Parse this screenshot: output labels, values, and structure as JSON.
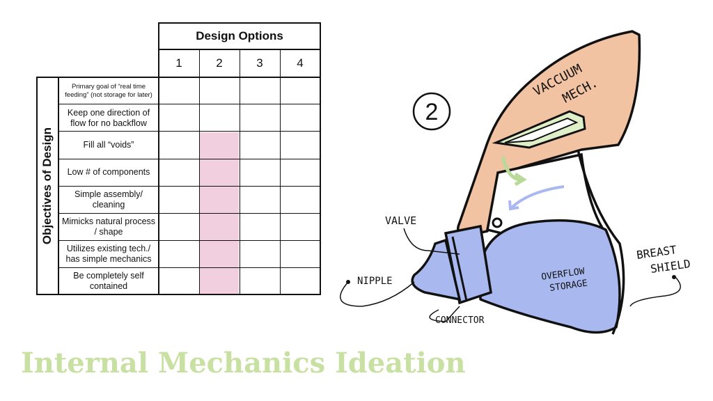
{
  "matrix": {
    "header": "Design Options",
    "option_numbers": [
      "1",
      "2",
      "3",
      "4"
    ],
    "side_label": "Objectives of Design",
    "objectives": [
      "Primary goal of “real time feeding” (not storage for later)",
      "Keep one direction of flow for no backflow",
      "Fill all “voids”",
      "Low # of components",
      "Simple assembly/ cleaning",
      "Mimicks natural process / shape",
      "Utilizes existing tech./ has simple mechanics",
      "Be completely self contained"
    ],
    "highlight_color": "#f2cfdf",
    "highlighted_option": "2",
    "highlighted_rows": [
      "Fill all “voids”",
      "Low # of components",
      "Simple assembly/ cleaning",
      "Mimicks natural process / shape",
      "Utilizes existing tech./ has simple mechanics",
      "Be completely self contained"
    ]
  },
  "sketch": {
    "number": "2",
    "labels": {
      "vacuum1": "VACCUUM",
      "vacuum2": "MECH.",
      "valve": "VALVE",
      "nipple": "NIPPLE",
      "connector": "CONNECTOR",
      "overflow1": "OVERFLOW",
      "overflow2": "STORAGE",
      "breast1": "BREAST",
      "breast2": "SHIELD"
    },
    "colors": {
      "vacuum": "#f2c3a2",
      "storage": "#a9b9ef",
      "flow_arrow": "#b8d99a",
      "outline": "#111111"
    }
  },
  "page_title": "Internal Mechanics Ideation",
  "title_color": "#c8e0a2"
}
